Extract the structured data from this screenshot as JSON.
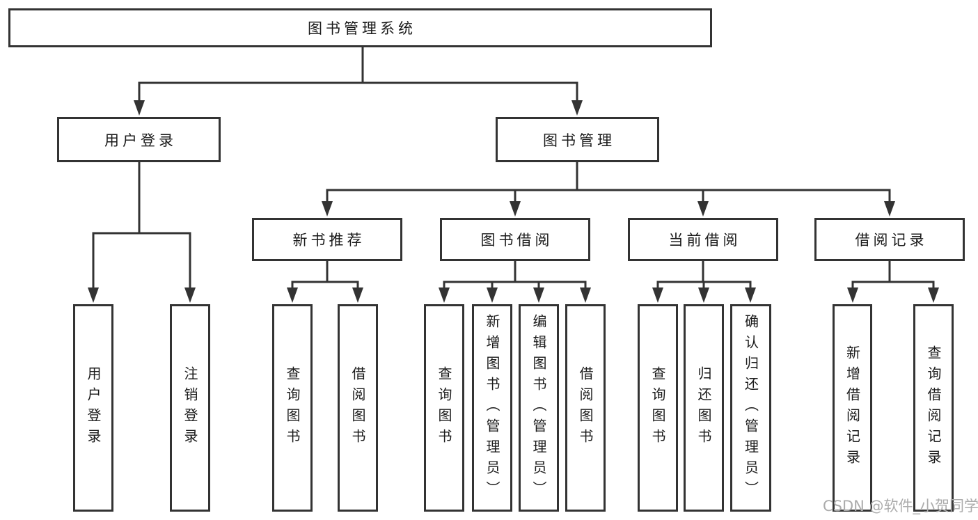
{
  "page": {
    "background": "#ffffff",
    "watermark": "CSDN @软件_小贺同学"
  },
  "diagram": {
    "type": "hierarchy",
    "title": "图书管理系统",
    "colors": {
      "line": "#333333",
      "box_border": "#333333",
      "box_fill": "#ffffff",
      "text": "#1b1b1b",
      "watermark": "#acacac"
    },
    "nodes": [
      {
        "id": "root",
        "label": "图书管理系统",
        "level": 1,
        "parent": null
      },
      {
        "id": "user-login",
        "label": "用户登录",
        "level": 2,
        "parent": "root"
      },
      {
        "id": "book-management",
        "label": "图书管理",
        "level": 2,
        "parent": "root"
      },
      {
        "id": "new-book-recommend",
        "label": "新书推荐",
        "level": 3,
        "parent": "book-management"
      },
      {
        "id": "book-borrow",
        "label": "图书借阅",
        "level": 3,
        "parent": "book-management"
      },
      {
        "id": "current-borrow",
        "label": "当前借阅",
        "level": 3,
        "parent": "book-management"
      },
      {
        "id": "borrow-records",
        "label": "借阅记录",
        "level": 3,
        "parent": "book-management"
      },
      {
        "id": "leaf-user-login",
        "label": "用户登录",
        "level": 4,
        "parent": "user-login"
      },
      {
        "id": "leaf-logout",
        "label": "注销登录",
        "level": 4,
        "parent": "user-login"
      },
      {
        "id": "leaf-query-book-1",
        "label": "查询图书",
        "level": 4,
        "parent": "new-book-recommend"
      },
      {
        "id": "leaf-borrow-book-1",
        "label": "借阅图书",
        "level": 4,
        "parent": "new-book-recommend"
      },
      {
        "id": "leaf-query-book-2",
        "label": "查询图书",
        "level": 4,
        "parent": "book-borrow"
      },
      {
        "id": "leaf-add-book",
        "label": "新增图书（管理员）",
        "level": 4,
        "parent": "book-borrow"
      },
      {
        "id": "leaf-edit-book",
        "label": "编辑图书（管理员）",
        "level": 4,
        "parent": "book-borrow"
      },
      {
        "id": "leaf-borrow-book-2",
        "label": "借阅图书",
        "level": 4,
        "parent": "book-borrow"
      },
      {
        "id": "leaf-query-book-3",
        "label": "查询图书",
        "level": 4,
        "parent": "current-borrow"
      },
      {
        "id": "leaf-return-book",
        "label": "归还图书",
        "level": 4,
        "parent": "current-borrow"
      },
      {
        "id": "leaf-confirm-return",
        "label": "确认归还（管理员）",
        "level": 4,
        "parent": "current-borrow"
      },
      {
        "id": "leaf-add-borrow-record",
        "label": "新增借阅记录",
        "level": 4,
        "parent": "borrow-records"
      },
      {
        "id": "leaf-query-borrow-record",
        "label": "查询借阅记录",
        "level": 4,
        "parent": "borrow-records"
      }
    ]
  }
}
